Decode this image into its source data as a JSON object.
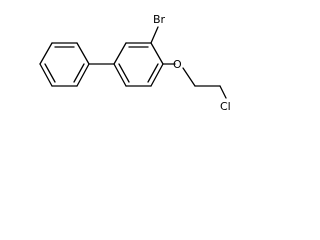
{
  "molecule": {
    "atoms": {
      "bromine": "Br",
      "oxygen": "O",
      "chlorine": "Cl"
    },
    "colors": {
      "bond": "#000000",
      "label": "#000000",
      "background": "#ffffff"
    }
  }
}
